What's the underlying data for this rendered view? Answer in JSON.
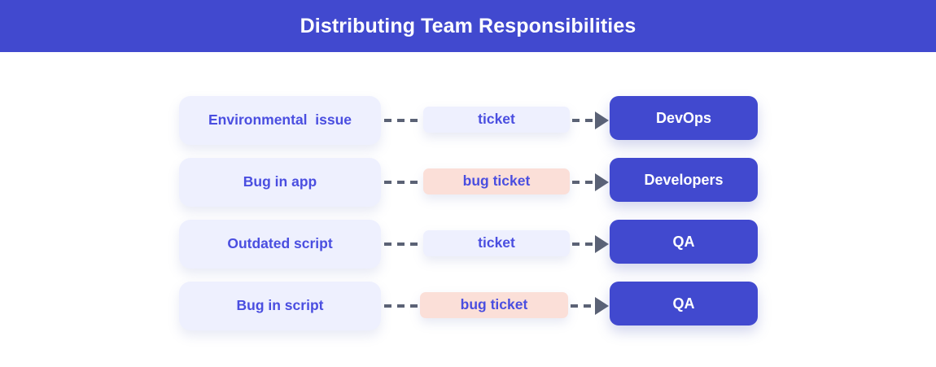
{
  "header": {
    "title": "Distributing Team Responsibilities",
    "background_color": "#4149CF",
    "text_color": "#ffffff"
  },
  "colors": {
    "brand_blue": "#4149CF",
    "lavender": "#EEF0FE",
    "pink": "#FBDFD8",
    "label_blue": "#4A4EE0",
    "arrow_gray": "#5b6275",
    "page_background": "#ffffff"
  },
  "diagram": {
    "type": "flow",
    "connector_style": "dashed-arrow",
    "rows": [
      {
        "source": "Environmental  issue",
        "ticket": "ticket",
        "ticket_type": "lavender",
        "target": "DevOps"
      },
      {
        "source": "Bug in app",
        "ticket": "bug ticket",
        "ticket_type": "pink",
        "target": "Developers"
      },
      {
        "source": "Outdated script",
        "ticket": "ticket",
        "ticket_type": "lavender",
        "target": "QA"
      },
      {
        "source": "Bug in script",
        "ticket": "bug ticket",
        "ticket_type": "pink",
        "target": "QA"
      }
    ]
  }
}
